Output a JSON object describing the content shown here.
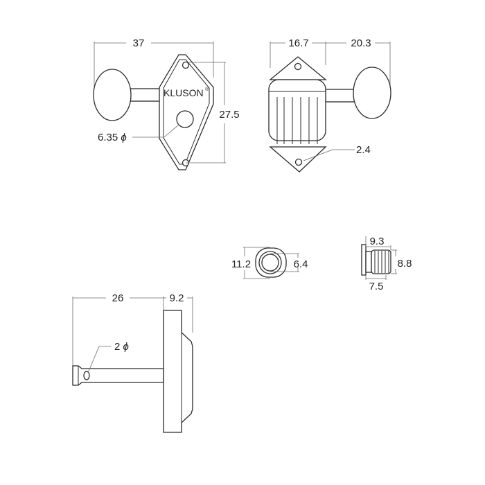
{
  "brand": {
    "name": "KLUSON",
    "mark": "®"
  },
  "front_view": {
    "width": "37",
    "height": "27.5",
    "post_hole": "6.35",
    "diameter_symbol": "ϕ"
  },
  "side_view": {
    "body_width": "16.7",
    "knob_extent": "20.3",
    "screw_hole": "2.4"
  },
  "bushing": {
    "outer": "11.2",
    "inner": "6.4"
  },
  "nut": {
    "top": "9.3",
    "right": "8.8",
    "bottom": "7.5"
  },
  "post_view": {
    "shaft_length": "26",
    "flange_depth": "9.2",
    "string_hole": "2",
    "diameter_symbol": "ϕ"
  }
}
